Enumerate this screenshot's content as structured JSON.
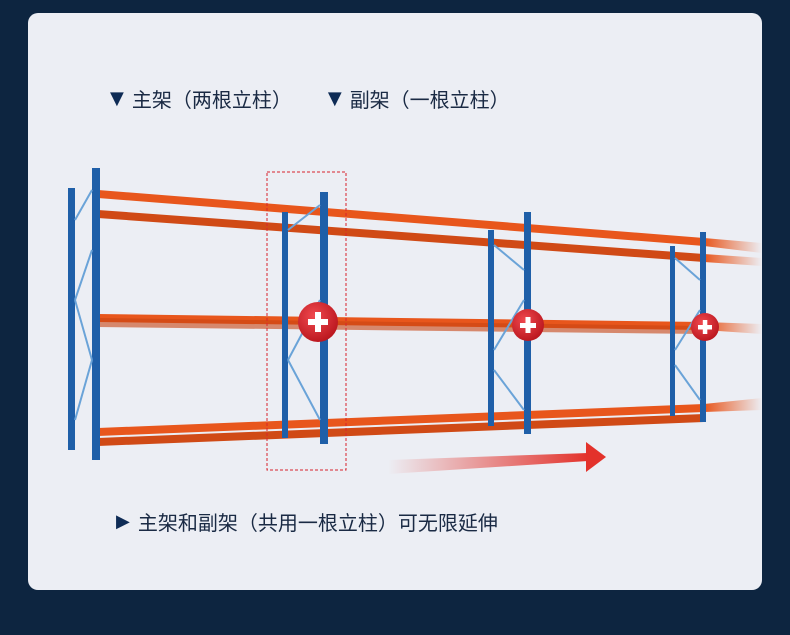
{
  "labels": {
    "main_frame": "主架（两根立柱）",
    "sub_frame": "副架（一根立柱）",
    "bottom_text": "主架和副架（共用一根立柱）可无限延伸",
    "marker_down": "▼",
    "marker_right": "▶"
  },
  "colors": {
    "background": "#0d2540",
    "card": "#eceef4",
    "upright_blue": "#1f5fa8",
    "beam_orange": "#e8561c",
    "plus_red": "#d9232d",
    "arrow_red": "#e3322b"
  },
  "icons": [
    "plus-icon",
    "arrow-right-icon",
    "triangle-down-icon",
    "triangle-right-icon"
  ]
}
